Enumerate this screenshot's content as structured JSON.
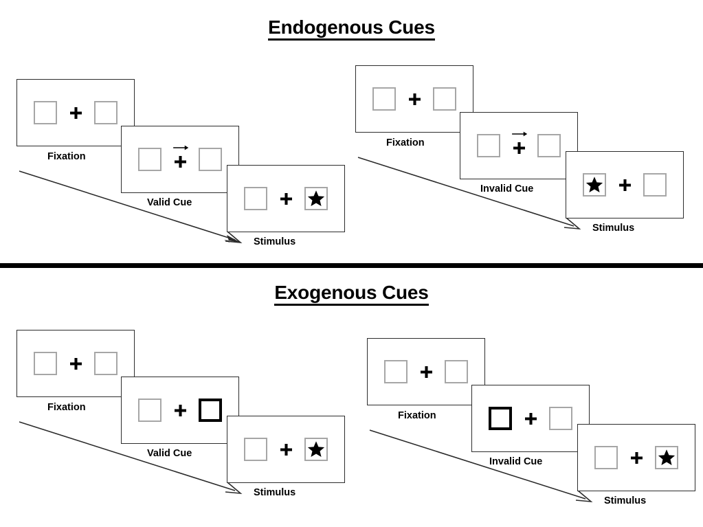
{
  "sections": [
    {
      "id": "endogenous",
      "title": "Endogenous Cues",
      "cue_type": "arrow",
      "sequences": [
        {
          "id": "endogenous-valid",
          "validity": "valid",
          "frames": [
            {
              "label": "Fixation",
              "cue": "none",
              "left_box": "empty",
              "right_box": "empty"
            },
            {
              "label": "Valid Cue",
              "cue": "arrow-right",
              "left_box": "empty",
              "right_box": "empty"
            },
            {
              "label": "Stimulus",
              "cue": "none",
              "left_box": "empty",
              "right_box": "star"
            }
          ]
        },
        {
          "id": "endogenous-invalid",
          "validity": "invalid",
          "frames": [
            {
              "label": "Fixation",
              "cue": "none",
              "left_box": "empty",
              "right_box": "empty"
            },
            {
              "label": "Invalid Cue",
              "cue": "arrow-right",
              "left_box": "empty",
              "right_box": "empty"
            },
            {
              "label": "Stimulus",
              "cue": "none",
              "left_box": "star",
              "right_box": "empty"
            }
          ]
        }
      ]
    },
    {
      "id": "exogenous",
      "title": "Exogenous Cues",
      "cue_type": "box-flash",
      "sequences": [
        {
          "id": "exogenous-valid",
          "validity": "valid",
          "frames": [
            {
              "label": "Fixation",
              "cue": "none",
              "left_box": "empty",
              "right_box": "empty"
            },
            {
              "label": "Valid Cue",
              "cue": "box-right",
              "left_box": "empty",
              "right_box": "cued"
            },
            {
              "label": "Stimulus",
              "cue": "none",
              "left_box": "empty",
              "right_box": "star"
            }
          ]
        },
        {
          "id": "exogenous-invalid",
          "validity": "invalid",
          "frames": [
            {
              "label": "Fixation",
              "cue": "none",
              "left_box": "empty",
              "right_box": "empty"
            },
            {
              "label": "Invalid Cue",
              "cue": "box-left",
              "left_box": "cued",
              "right_box": "empty"
            },
            {
              "label": "Stimulus",
              "cue": "none",
              "left_box": "empty",
              "right_box": "star"
            }
          ]
        }
      ]
    }
  ],
  "icons": {
    "star": "star-icon",
    "plus": "plus-fixation-icon",
    "cue_arrow": "arrow-right-cue-icon",
    "flow_arrow": "time-flow-arrow-icon"
  },
  "colors": {
    "text": "#000000",
    "frame_border": "#2b2b2b",
    "box_border": "#a6a6a6",
    "cued_box_border": "#000000",
    "divider": "#000000",
    "background": "#ffffff"
  }
}
